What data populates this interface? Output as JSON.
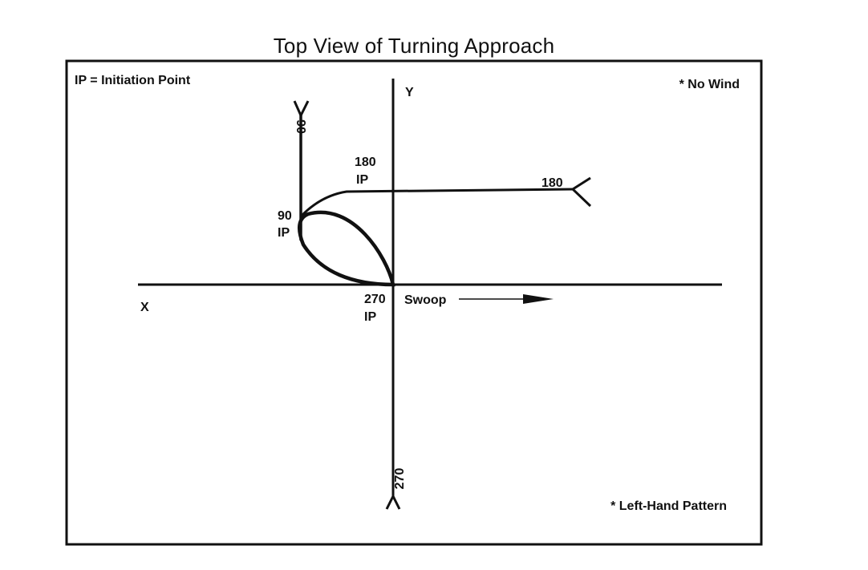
{
  "title": "Top View of Turning Approach",
  "legend": {
    "ip_definition": "IP = Initiation Point",
    "no_wind": "* No Wind",
    "left_hand_pattern": "* Left-Hand Pattern"
  },
  "axes": {
    "x_label": "X",
    "y_label": "Y"
  },
  "paths": {
    "path_90": {
      "heading_label": "90",
      "ip_heading": "90",
      "ip_label": "IP"
    },
    "path_180": {
      "heading_label": "180",
      "ip_heading": "180",
      "ip_label": "IP"
    },
    "path_270": {
      "heading_label": "270",
      "ip_heading": "270",
      "ip_label": "IP"
    }
  },
  "swoop": {
    "label": "Swoop"
  },
  "colors": {
    "ink": "#111111",
    "background": "#ffffff"
  }
}
